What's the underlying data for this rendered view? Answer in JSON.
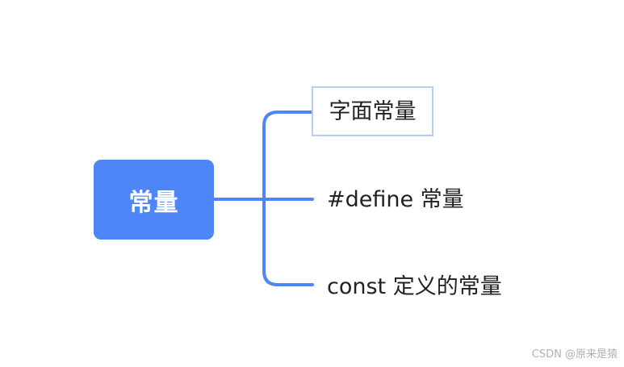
{
  "mindmap": {
    "root": {
      "label": "常量"
    },
    "children": [
      {
        "label": "字面常量",
        "selected": true
      },
      {
        "label": "#define 常量",
        "selected": false
      },
      {
        "label": "const 定义的常量",
        "selected": false
      }
    ]
  },
  "watermark": "CSDN @原来是猿",
  "colors": {
    "root_fill": "#4f86f7",
    "connector": "#4f86f7",
    "selected_border": "#b7cdf5",
    "text": "#222222"
  }
}
